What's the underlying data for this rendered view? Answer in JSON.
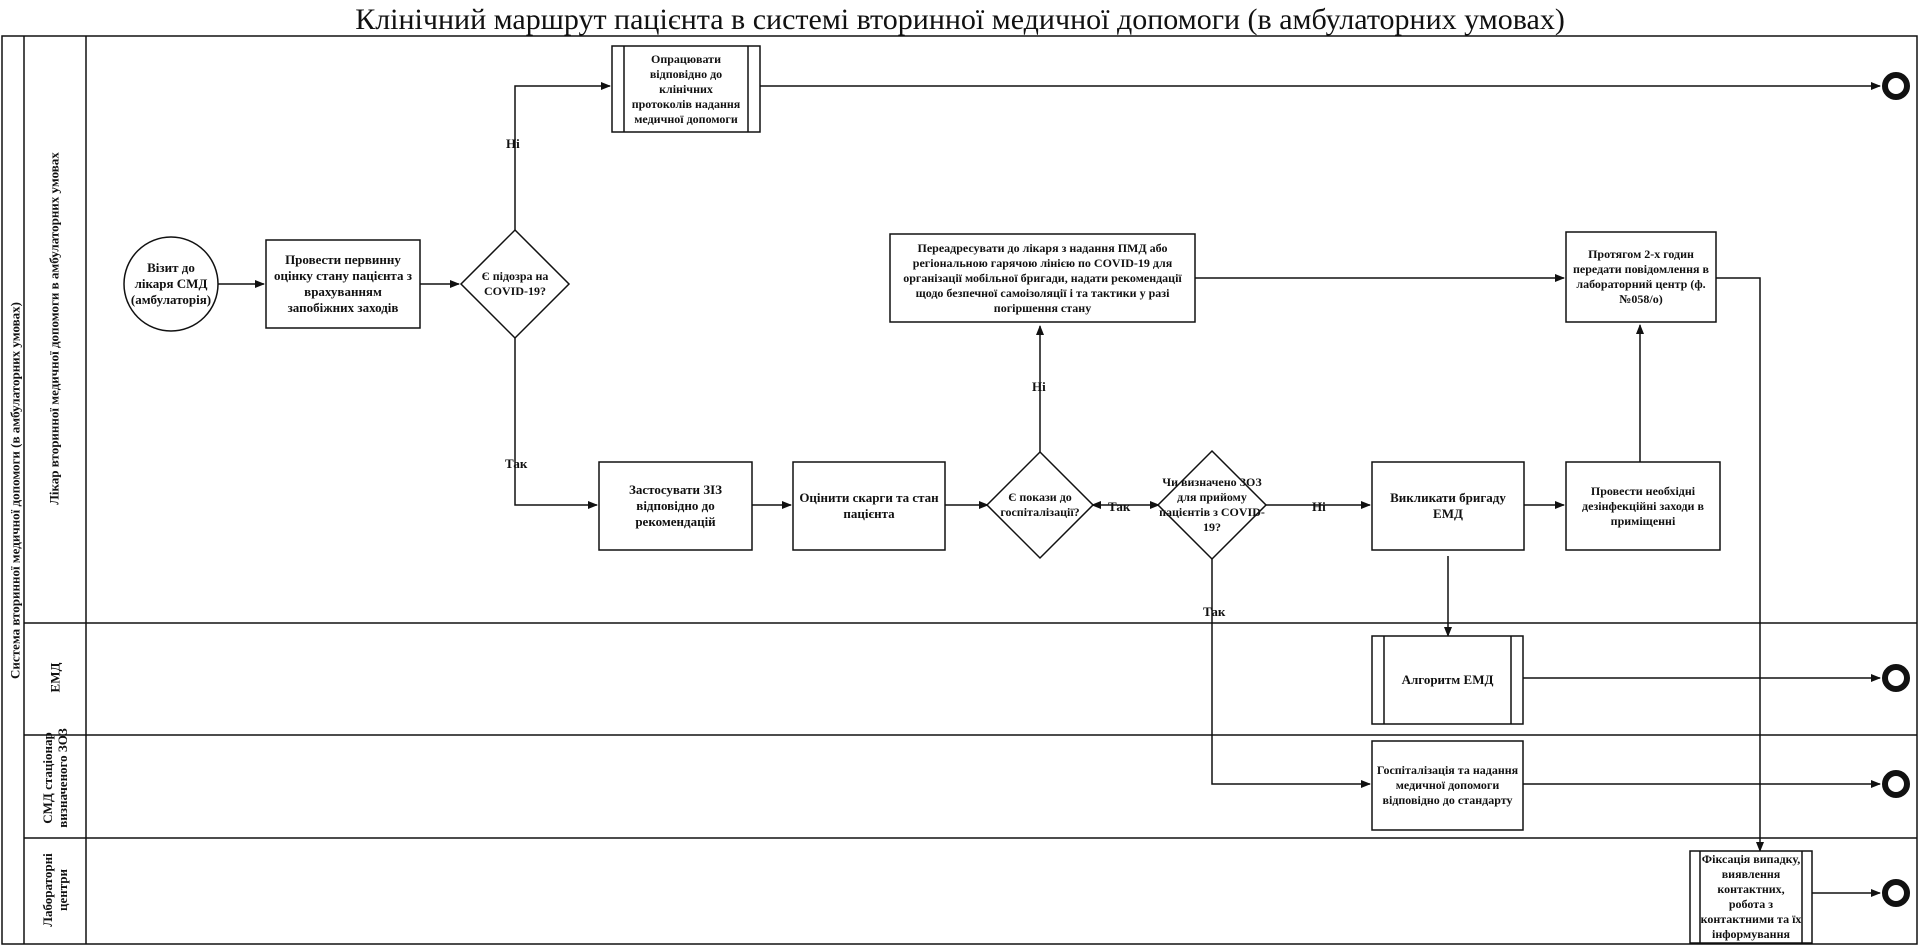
{
  "title": "Клінічний маршрут пацієнта в системі вторинної медичної допомоги (в амбулаторних умовах)",
  "pool": {
    "label": "Система вторинної медичної допомоги (в амбулаторних умовах)"
  },
  "lanes": {
    "doctor": "Лікар вторинної медичної допомоги в амбулаторних умовах",
    "emd": "ЕМД",
    "smd_line1": "СМД стаціонар",
    "smd_line2": "визначеного ЗОЗ",
    "lab_line1": "Лабораторні",
    "lab_line2": "центри"
  },
  "nodes": {
    "start": "Візит до лікаря СМД (амбулаторія)",
    "assess": "Провести первинну оцінку стану пацієнта з врахуванням запобіжних заходів",
    "suspect": "Є підозра на COVID-19?",
    "protocols": "Опрацювати відповідно до клінічних протоколів надання медичної допомоги",
    "apply_zz": "Застосувати ЗІЗ відповідно до рекомендацій",
    "evaluate": "Оцінити скарги та стан пацієнта",
    "hosp_indication": "Є покази до госпіталізації?",
    "redirect": "Переадресувати до лікаря з надання ПМД або регіональною гарячою лінією по COVID-19 для організації мобільної бригади, надати рекомендації щодо безпечної самоізоляції і та тактики у разі погіршення стану",
    "zoz_defined": "Чи визначено ЗОЗ для прийому пацієнтів з COVID-19?",
    "call_emd": "Викликати бригаду ЕМД",
    "disinfect": "Провести необхідні дезінфекційні заходи в приміщенні",
    "notify_lab": "Протягом 2-х годин передати повідомлення в лабораторний центр (ф. №058/о)",
    "emd_algo": "Алгоритм ЕМД",
    "hospitalize": "Госпіталізація та надання медичної допомоги відповідно до стандарту",
    "record_case": "Фіксація випадку, виявлення контактних, робота з контактними та їх інформування"
  },
  "edges": {
    "no_protocols": "Ні",
    "yes_apply": "Так",
    "no_redirect": "Ні",
    "yes_hosp": "Так",
    "no_emd": "Ні",
    "yes_hospitalize": "Так"
  }
}
